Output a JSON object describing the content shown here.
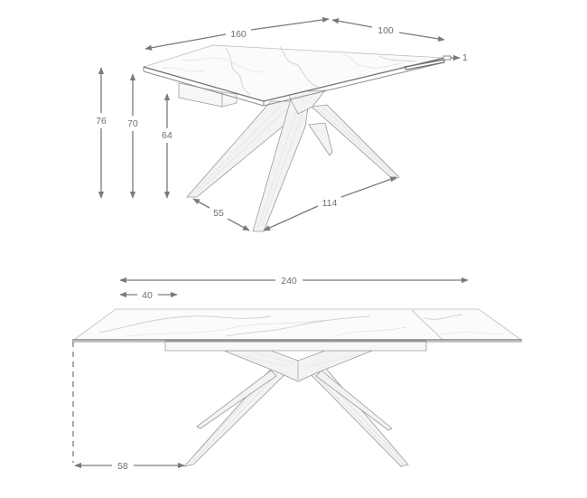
{
  "diagram": {
    "subject": "Extendable dining table with marble-effect top and crossed wooden star base",
    "units": "cm",
    "colors": {
      "dimension_lines": "#7a7a7a",
      "dimension_text": "#6e6e6e",
      "table_outline": "#8c8c8c",
      "background": "#ffffff"
    },
    "perspective_view": {
      "dimensions": {
        "length": "160",
        "width": "100",
        "top_thickness": "1",
        "total_height": "76",
        "height_to_top_underside": "70",
        "height_under_apron": "64",
        "base_width": "55",
        "base_length": "114"
      }
    },
    "front_view_extended": {
      "dimensions": {
        "extended_length": "240",
        "extension_leaf": "40",
        "overhang_to_foot": "58"
      }
    }
  }
}
